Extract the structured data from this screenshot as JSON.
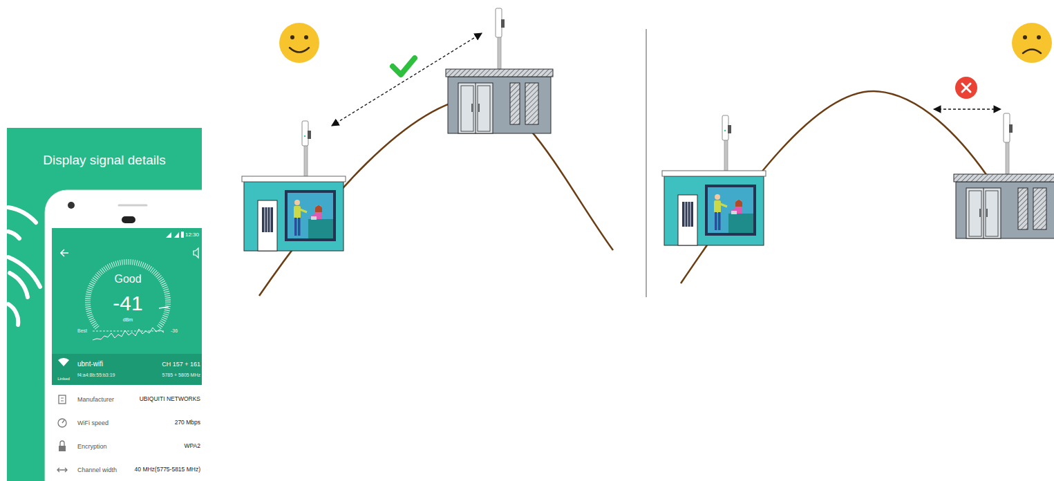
{
  "diagram": {
    "title": "Display signal details",
    "labels": [
      "Good",
      "-41",
      "dBm",
      "Best",
      "-36",
      "12:30",
      "ubnt-wifi",
      "Linked",
      "f4:a4:8b:55:b3:19",
      "CH 157 + 161",
      "5785 + 5805 MHz",
      "Manufacturer",
      "UBIQUITI NETWORKS",
      "WiFi speed",
      "270 Mbps",
      "Encryption",
      "WPA2",
      "Channel width",
      "40 MHz(5775-5815 MHz)"
    ]
  }
}
